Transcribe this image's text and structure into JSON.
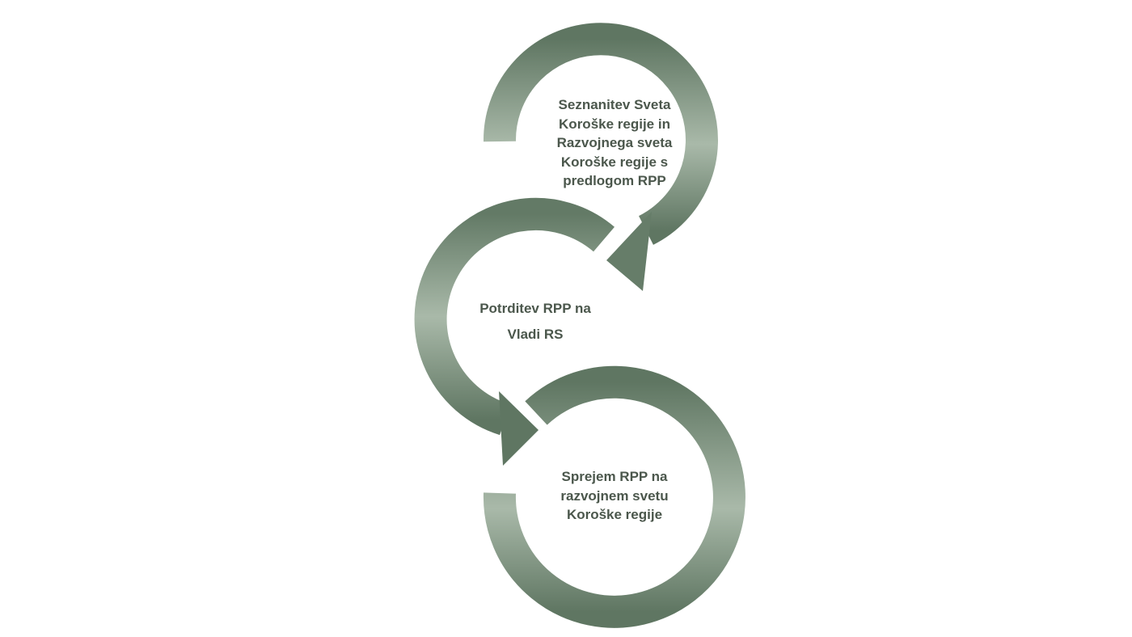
{
  "colors": {
    "ring_dark": "#5f7662",
    "ring_light": "#a9b9a9",
    "text": "#4b574c"
  },
  "steps": [
    {
      "lines": [
        "Seznanitev Sveta",
        "Koroške regije in",
        "Razvojnega sveta",
        "Koroške regije s",
        "predlogom RPP"
      ]
    },
    {
      "lines": [
        "Potrditev RPP na",
        "Vladi RS"
      ]
    },
    {
      "lines": [
        "Sprejem RPP na",
        "razvojnem svetu",
        "Koroške regije"
      ]
    }
  ]
}
